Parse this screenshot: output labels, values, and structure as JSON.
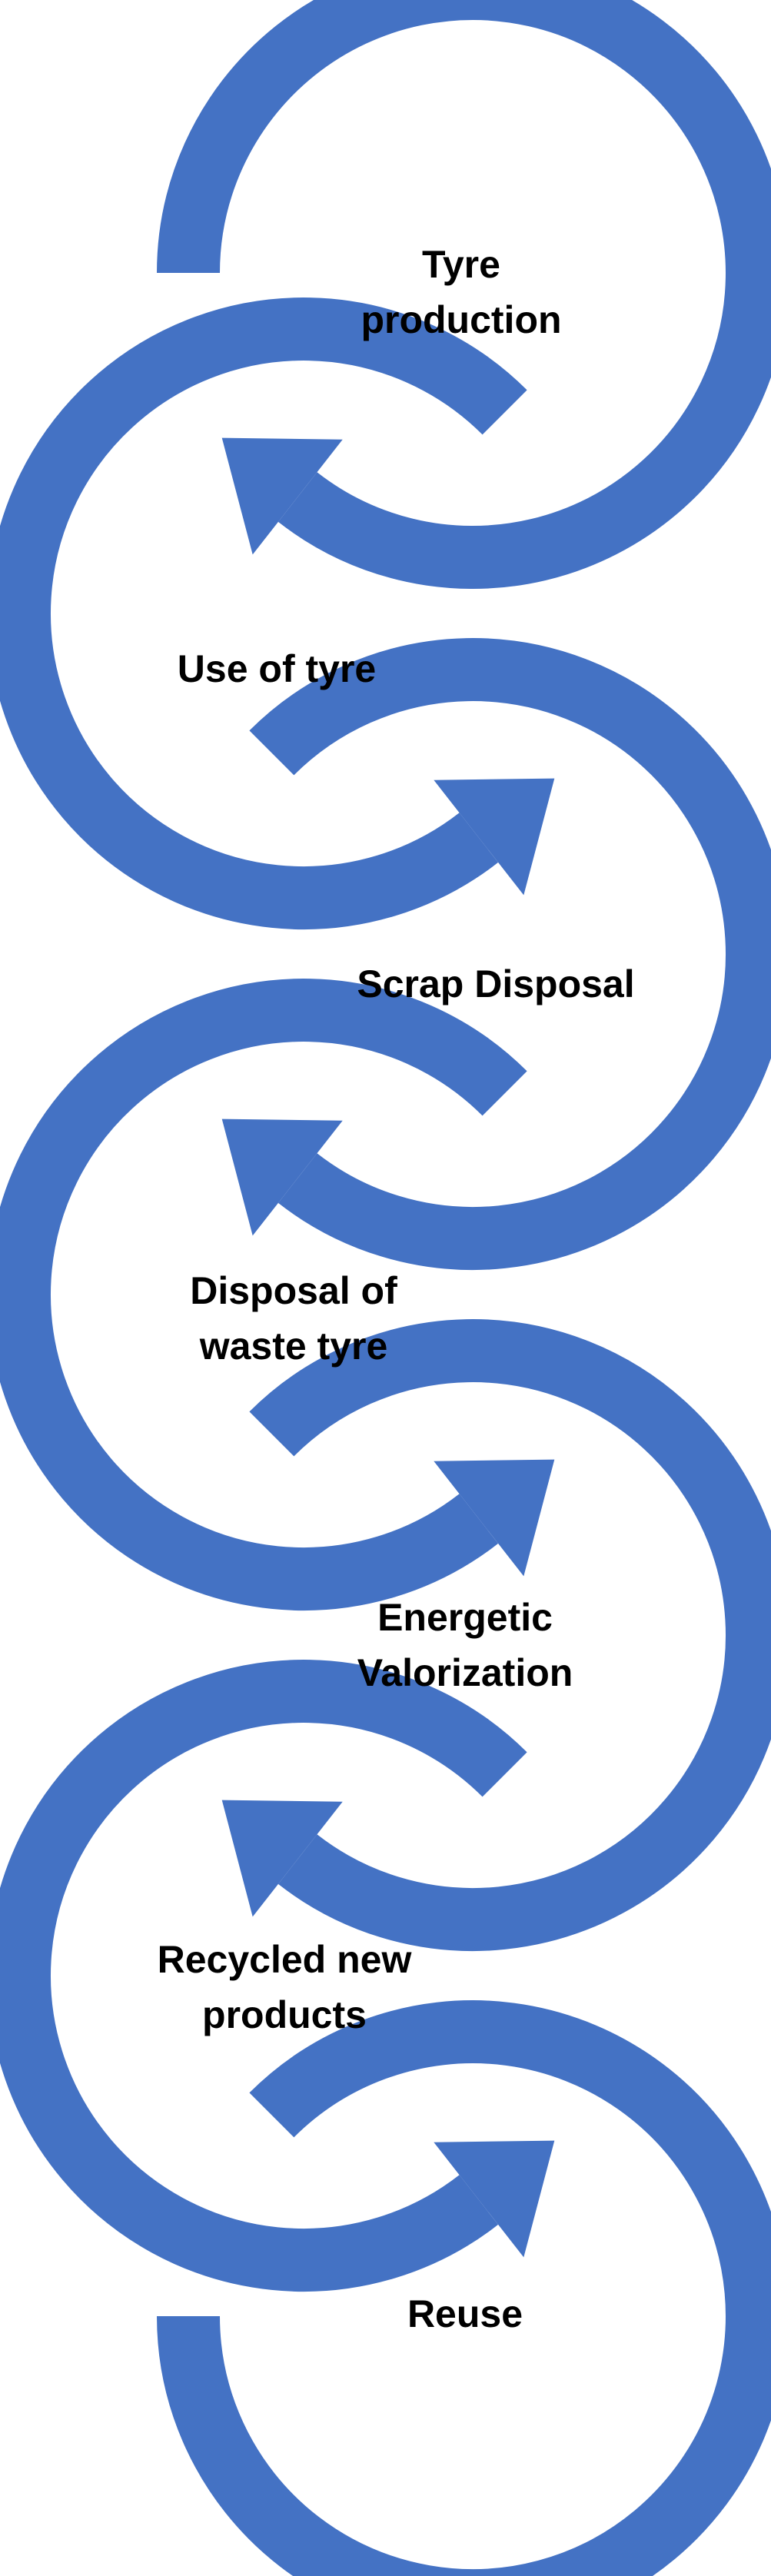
{
  "diagram": {
    "type": "cyclic-process-chain",
    "arrow_color": "#4472C4",
    "text_color": "#000000",
    "steps": [
      {
        "lines": [
          "Tyre",
          "production"
        ]
      },
      {
        "lines": [
          "Use of tyre"
        ]
      },
      {
        "lines": [
          "Scrap Disposal"
        ]
      },
      {
        "lines": [
          "Disposal of",
          "waste tyre"
        ]
      },
      {
        "lines": [
          "Energetic",
          "Valorization"
        ]
      },
      {
        "lines": [
          "Recycled new",
          "products"
        ]
      },
      {
        "lines": [
          "Reuse"
        ]
      }
    ]
  }
}
